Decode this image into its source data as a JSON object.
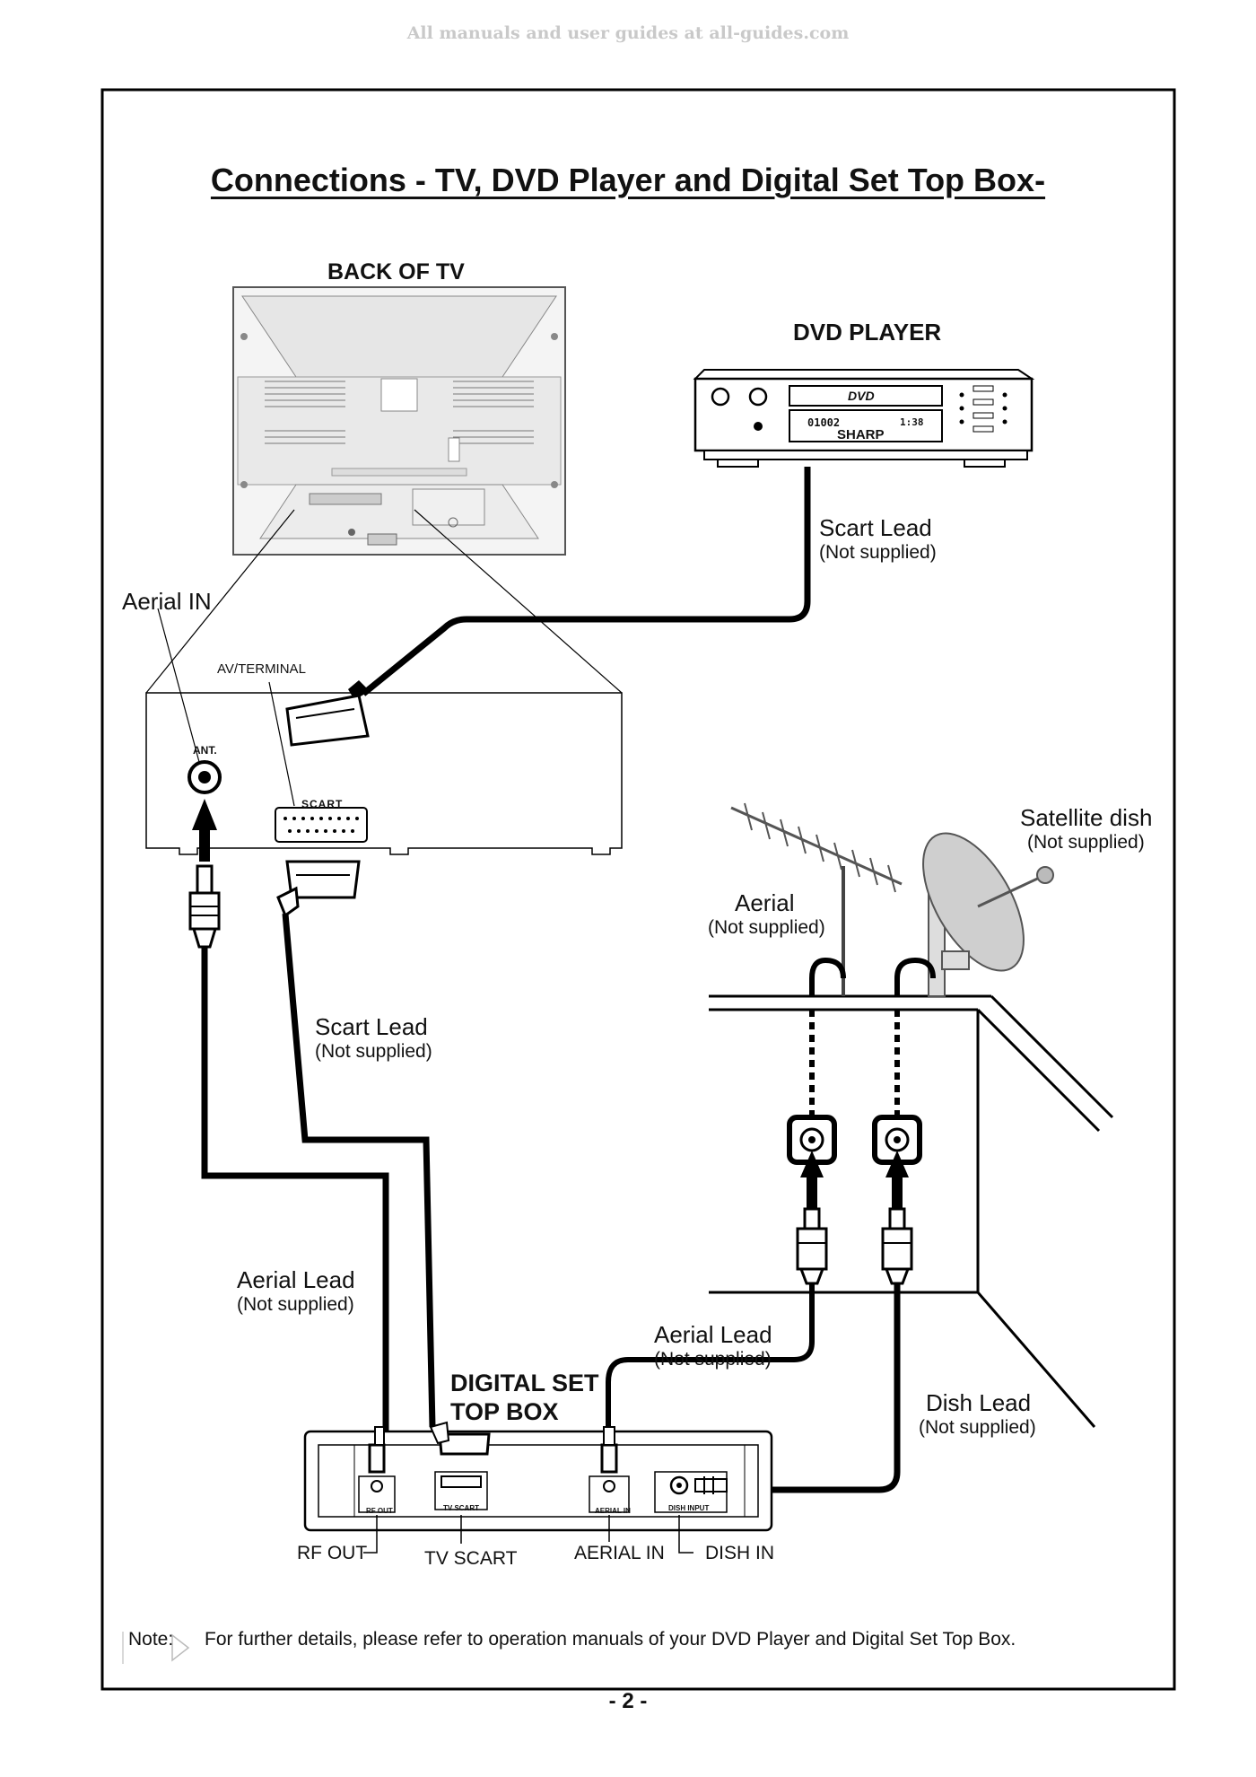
{
  "watermark": "All manuals and user guides at all-guides.com",
  "title": "Connections - TV, DVD Player and Digital Set Top  Box-",
  "tv": {
    "label": "BACK OF TV",
    "ant_label": "ANT.",
    "scart_label": "SCART",
    "av_terminal": "AV/TERMINAL",
    "aerial_in": "Aerial IN"
  },
  "dvd": {
    "label": "DVD PLAYER",
    "brand": "SHARP",
    "logo": "DVD",
    "display_left": "01002",
    "display_right": "1:38"
  },
  "scart_lead_top": {
    "title": "Scart Lead",
    "sub": "(Not supplied)"
  },
  "scart_lead_mid": {
    "title": "Scart Lead",
    "sub": "(Not supplied)"
  },
  "aerial_lead_left": {
    "title": "Aerial Lead",
    "sub": "(Not supplied)"
  },
  "aerial_lead_right": {
    "title": "Aerial Lead",
    "sub": "(Not supplied)"
  },
  "dish_lead": {
    "title": "Dish Lead",
    "sub": "(Not supplied)"
  },
  "satellite": {
    "title": "Satellite dish",
    "sub": "(Not supplied)"
  },
  "aerial": {
    "title": "Aerial",
    "sub": "(Not supplied)"
  },
  "stb": {
    "label_line1": "DIGITAL SET",
    "label_line2": "TOP BOX",
    "ports": {
      "rf_out": "RF OUT",
      "tv_scart": "TV SCART",
      "aerial_in": "AERIAL IN",
      "dish_input": "DISH INPUT"
    },
    "callouts": {
      "rf_out": "RF OUT",
      "tv_scart": "TV SCART",
      "aerial_in": "AERIAL IN",
      "dish_in": "DISH IN"
    }
  },
  "note": {
    "label": "Note:",
    "text": "For further details, please refer to operation manuals of your DVD Player and Digital Set Top Box."
  },
  "page_number": "- 2 -"
}
